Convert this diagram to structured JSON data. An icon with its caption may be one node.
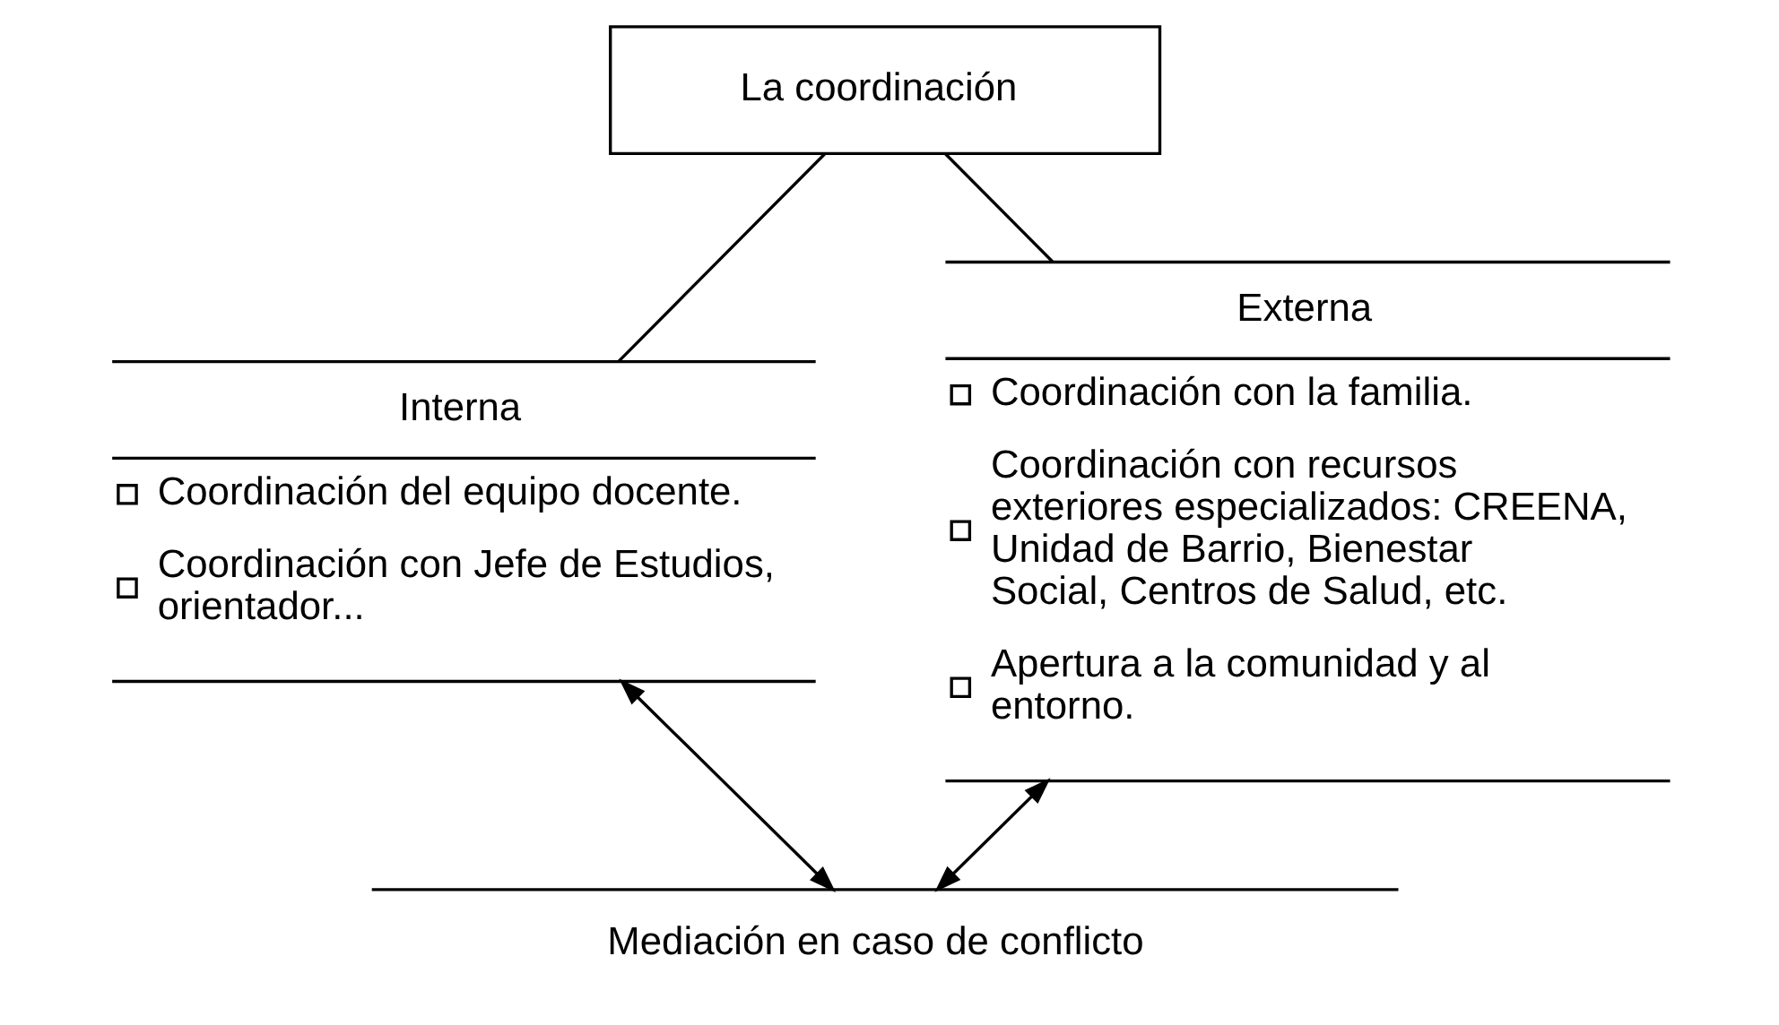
{
  "diagram": {
    "nodes": [
      {
        "text": [
          "La coordinación"
        ]
      },
      {
        "text": [
          "Interna",
          "Coordinación del equipo docente.",
          "Coordinación con Jefe de Estudios, orientador..."
        ]
      },
      {
        "text": [
          "Externa",
          "Coordinación con la familia.",
          "Coordinación con recursos exteriores especializados: CREENA, Unidad de Barrio, Bienestar Social, Centros de Salud, etc.",
          "Apertura a la comunidad y al entorno."
        ]
      },
      {
        "text": [
          "Mediación en caso de conflicto"
        ]
      }
    ],
    "edges": [
      {
        "from": 0,
        "to": 1,
        "arrow": "none"
      },
      {
        "from": 0,
        "to": 2,
        "arrow": "none"
      },
      {
        "from": 1,
        "to": 3,
        "arrow": "both"
      },
      {
        "from": 2,
        "to": 3,
        "arrow": "both"
      }
    ]
  }
}
